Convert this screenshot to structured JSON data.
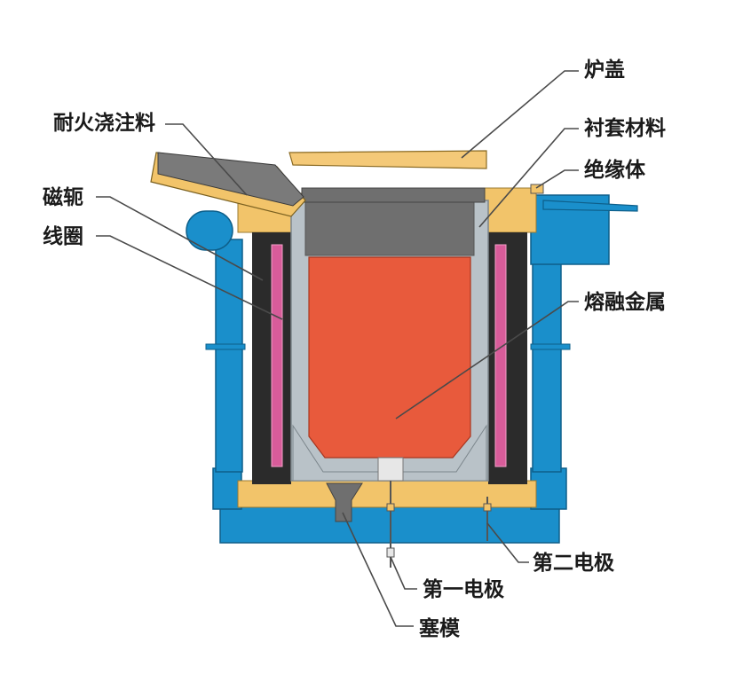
{
  "labels": {
    "lid": "炉盖",
    "refractory": "耐火浇注料",
    "lining": "衬套材料",
    "insulator": "绝缘体",
    "yoke": "磁轭",
    "coil": "线圈",
    "molten_metal": "熔融金属",
    "electrode_1": "第一电极",
    "electrode_2": "第二电极",
    "plug": "塞模"
  },
  "colors": {
    "steel_blue": "#1a8fcb",
    "refractory_tan": "#f2c46a",
    "lining_gray": "#b9c2c8",
    "dark_gray": "#6f6f6f",
    "molten_orange": "#e85a3c",
    "coil_pink": "#d85c9a",
    "yoke_black": "#2b2b2b",
    "lid_tan": "#f4c978"
  }
}
